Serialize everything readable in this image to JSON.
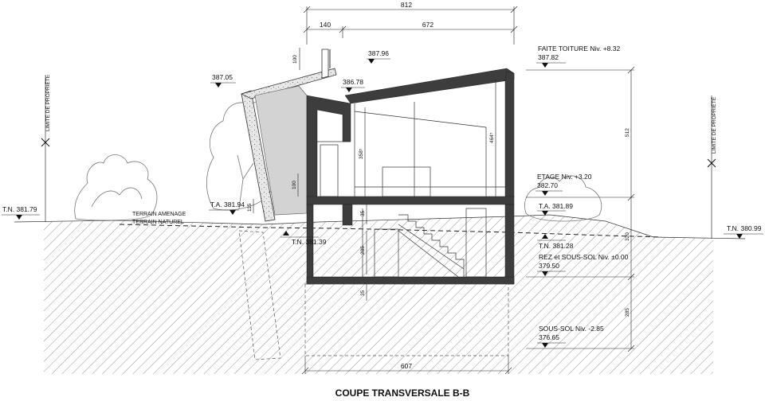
{
  "title": "COUPE TRANSVERSALE  B-B",
  "dimensions": {
    "total_width": "812",
    "left_width": "140",
    "right_width": "672",
    "bottom_width": "607",
    "top_small": "100",
    "right_total_height": "512",
    "ground_floor_height": "320",
    "basement_height": "285",
    "wall_height_left": "358⁵",
    "wall_height_right": "464⁵",
    "slab_100": "100",
    "slab_35_upper": "35",
    "slab_35_lower": "35",
    "inner_285": "285",
    "roof_left_small": "115"
  },
  "levels": {
    "roof_ridge": "FAITE TOITURE Niv. +8.32",
    "roof_ridge_value": "387.82",
    "roof_left_top": "387.96",
    "roof_left_mid": "387.05",
    "roof_inner": "386.78",
    "etage": "ETAGE Niv. +3.20",
    "etage_value": "382.70",
    "ta_right": "T.A. 381.89",
    "ta_left": "T.A. 381.94",
    "tn_left": "T.N. 381.79",
    "tn_right": "T.N. 380.99",
    "tn_mid_left": "T.N. 381.39",
    "tn_mid_right": "T.N. 381.28",
    "rez": "REZ et SOUS-SOL Niv. ±0.00",
    "rez_value": "379.50",
    "sous_sol": "SOUS-SOL Niv. -2.85",
    "sous_sol_value": "376.65"
  },
  "labels": {
    "limit_left": "LIMITE DE PROPRIÉTÉ",
    "limit_right": "LIMITE DE PROPRIÉTÉ",
    "terrain_amenage": "TERRAIN AMENAGE",
    "terrain_naturel": "TERRAIN NATUREL"
  }
}
